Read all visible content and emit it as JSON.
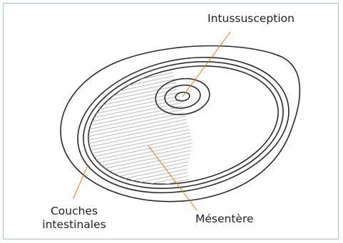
{
  "labels": {
    "intussusception": "Intussusception",
    "couches_line1": "Couches",
    "couches_line2": "intestinales",
    "mesentere": "Mésentère"
  },
  "colors": {
    "outline": "#2a2a2a",
    "hatch": "#b8b8b8",
    "leader": "#e07a1f",
    "frame": "#a9bfd3"
  }
}
